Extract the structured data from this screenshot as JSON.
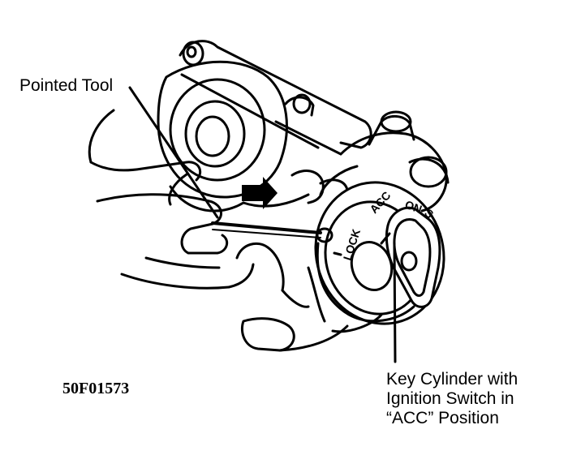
{
  "callouts": {
    "pointed_tool": "Pointed Tool",
    "key_cylinder": {
      "line1": "Key Cylinder with",
      "line2": "Ignition Switch in",
      "line3": "“ACC” Position"
    }
  },
  "figure_code": "50F01573",
  "dial_marks": {
    "lock": "LOCK",
    "acc": "ACC",
    "on": "ON",
    "start": "S"
  },
  "colors": {
    "ink": "#000000",
    "paper": "#ffffff"
  }
}
